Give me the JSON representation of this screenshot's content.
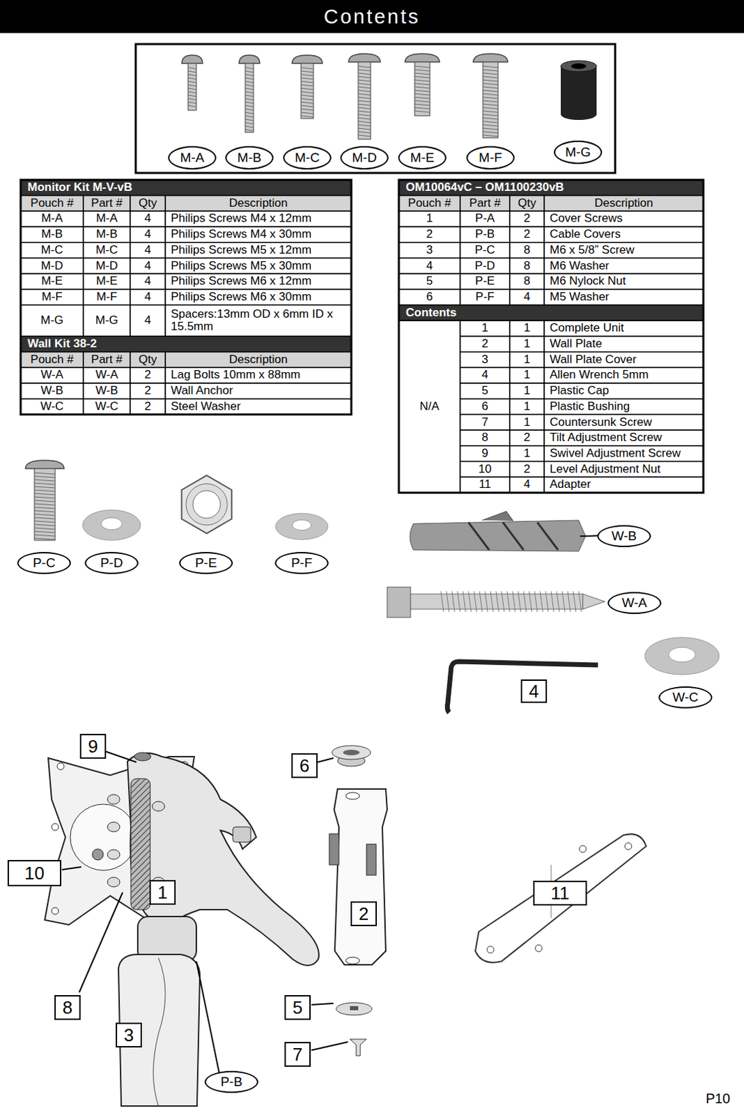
{
  "diagram": {
    "title": "Contents",
    "nodes": [
      {
        "text": [
          "M-A"
        ]
      },
      {
        "text": [
          "M-B"
        ]
      },
      {
        "text": [
          "M-C"
        ]
      },
      {
        "text": [
          "M-D"
        ]
      },
      {
        "text": [
          "M-E"
        ]
      },
      {
        "text": [
          "M-F"
        ]
      },
      {
        "text": [
          "M-G"
        ]
      },
      {
        "text": [
          "P-C"
        ]
      },
      {
        "text": [
          "P-D"
        ]
      },
      {
        "text": [
          "P-E"
        ]
      },
      {
        "text": [
          "P-F"
        ]
      },
      {
        "text": [
          "W-B"
        ]
      },
      {
        "text": [
          "W-A"
        ]
      },
      {
        "text": [
          "4"
        ]
      },
      {
        "text": [
          "W-C"
        ]
      },
      {
        "text": [
          "9"
        ]
      },
      {
        "text": [
          "6"
        ]
      },
      {
        "text": [
          "10"
        ]
      },
      {
        "text": [
          "1"
        ]
      },
      {
        "text": [
          "11"
        ]
      },
      {
        "text": [
          "2"
        ]
      },
      {
        "text": [
          "8"
        ]
      },
      {
        "text": [
          "5"
        ]
      },
      {
        "text": [
          "3"
        ]
      },
      {
        "text": [
          "7"
        ]
      },
      {
        "text": [
          "P-B"
        ]
      }
    ],
    "labels": [
      "Monitor Kit M-V-vB",
      "Pouch #",
      "Part #",
      "Qty",
      "Description",
      "M-A",
      "M-A",
      "4",
      "Philips Screws M4 x 12mm",
      "M-B",
      "M-B",
      "4",
      "Philips Screws M4 x 30mm",
      "M-C",
      "M-C",
      "4",
      "Philips Screws M5 x 12mm",
      "M-D",
      "M-D",
      "4",
      "Philips Screws M5 x 30mm",
      "M-E",
      "M-E",
      "4",
      "Philips Screws M6 x 12mm",
      "M-F",
      "M-F",
      "4",
      "Philips Screws M6 x 30mm",
      "M-G",
      "M-G",
      "4",
      "Spacers:13mm OD x 6mm ID x 15.5mm",
      "Wall Kit 38-2",
      "Pouch #",
      "Part #",
      "Qty",
      "Description",
      "W-A",
      "W-A",
      "2",
      "Lag Bolts 10mm x 88mm",
      "W-B",
      "W-B",
      "2",
      "Wall Anchor",
      "W-C",
      "W-C",
      "2",
      "Steel Washer",
      "OM10064vC – OM1100230vB",
      "Pouch #",
      "Part #",
      "Qty",
      "Description",
      "1",
      "P-A",
      "2",
      "Cover Screws",
      "2",
      "P-B",
      "2",
      "Cable Covers",
      "3",
      "P-C",
      "8",
      "M6 x 5/8” Screw",
      "4",
      "P-D",
      "8",
      "M6 Washer",
      "5",
      "P-E",
      "8",
      "M6 Nylock Nut",
      "6",
      "P-F",
      "4",
      "M5 Washer",
      "Contents",
      "N/A",
      "1",
      "1",
      "Complete Unit",
      "2",
      "1",
      "Wall Plate",
      "3",
      "1",
      "Wall Plate Cover",
      "4",
      "1",
      "Allen Wrench 5mm",
      "5",
      "1",
      "Plastic Cap",
      "6",
      "1",
      "Plastic Bushing",
      "7",
      "1",
      "Countersunk Screw",
      "8",
      "2",
      "Tilt Adjustment Screw",
      "9",
      "1",
      "Swivel Adjustment Screw",
      "10",
      "2",
      "Level Adjustment Nut",
      "11",
      "4",
      "Adapter",
      "P10"
    ]
  }
}
